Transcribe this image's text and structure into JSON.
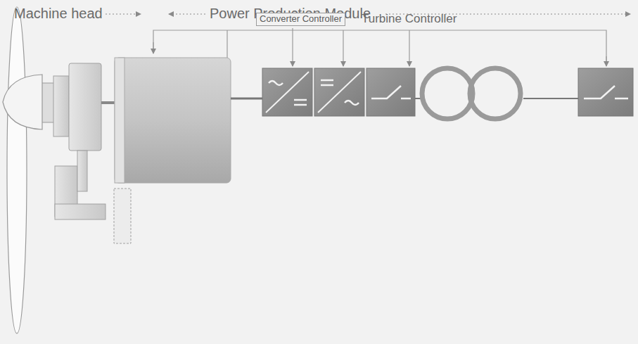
{
  "diagram": {
    "nodes": [
      {
        "text": [
          "Converter Controller"
        ]
      }
    ],
    "labels": [
      "Machine head",
      "Power Production Module",
      "Turbine Controller"
    ]
  }
}
